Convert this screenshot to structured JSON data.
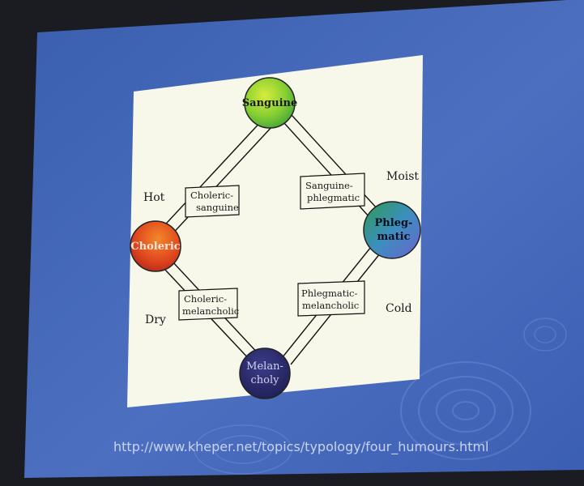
{
  "slide": {
    "humors": {
      "sanguine": "Sanguine",
      "choleric": "Choleric",
      "phlegmatic": [
        "Phleg-",
        "matic"
      ],
      "melancholy": [
        "Melan-",
        "choly"
      ]
    },
    "combinations": {
      "choleric_sanguine": [
        "Choleric-",
        "sanguine"
      ],
      "sanguine_phlegmatic": [
        "Sanguine-",
        "phlegmatic"
      ],
      "choleric_melancholic": [
        "Choleric-",
        "melancholic"
      ],
      "phlegmatic_melancholic": [
        "Phlegmatic-",
        "melancholic"
      ]
    },
    "qualities": {
      "hot": "Hot",
      "moist": "Moist",
      "dry": "Dry",
      "cold": "Cold"
    },
    "source_url": "http://www.kheper.net/topics/typology/four_humours.html"
  },
  "colors": {
    "sanguine": "#9fd23a",
    "choleric": "#e0461e",
    "phlegmatic": "#3f8fbe",
    "melancholy": "#2b2b6e",
    "slide_blue": "#3f63b0"
  }
}
